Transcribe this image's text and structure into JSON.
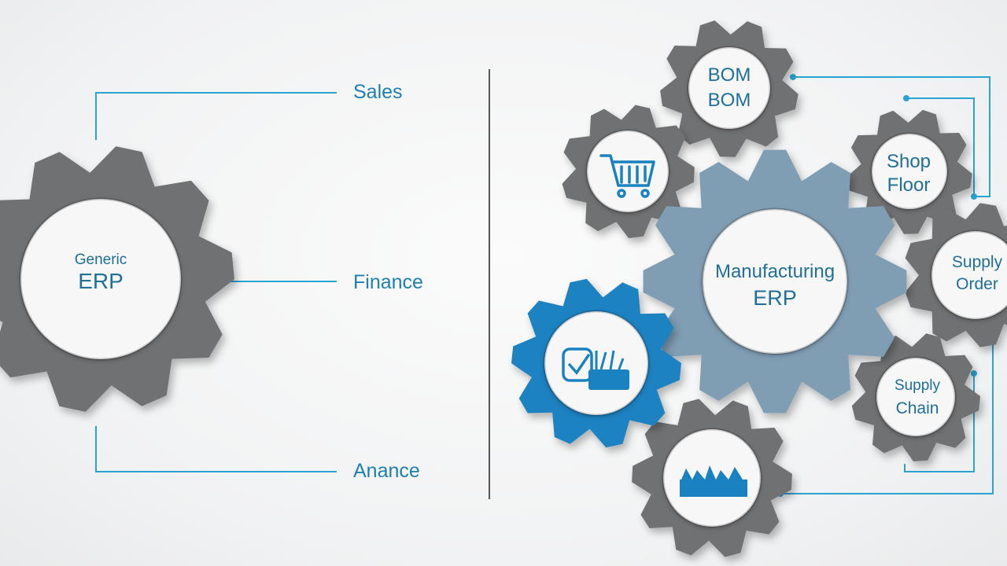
{
  "colors": {
    "line": "#2aa3d3",
    "gear_gray": "#6f7173",
    "gear_gray_dark": "#55585a",
    "gear_blue_gray": "#7f9db3",
    "gear_blue": "#1b82c1",
    "label_text": "#1f7fae",
    "divider": "#555555"
  },
  "left": {
    "gear": {
      "line1": "Generic",
      "line2": "ERP"
    },
    "labels": {
      "sales": "Sales",
      "finance": "Finance",
      "third": "Anance"
    }
  },
  "right": {
    "gear_bom": {
      "line1": "BOM",
      "line2": "BOM"
    },
    "gear_cart": {
      "icon": "shopping-cart-icon"
    },
    "gear_shop": {
      "line1": "Shop",
      "line2": "Floor"
    },
    "gear_main": {
      "line1": "Manufacturing",
      "line2": "ERP"
    },
    "gear_supply_order": {
      "line1": "Supply",
      "line2": "Order"
    },
    "gear_quality": {
      "icon": "quality-check-icon"
    },
    "gear_supply_chain": {
      "line1": "Supply",
      "line2": "Chain"
    },
    "gear_factory": {
      "icon": "factory-line-icon"
    }
  }
}
